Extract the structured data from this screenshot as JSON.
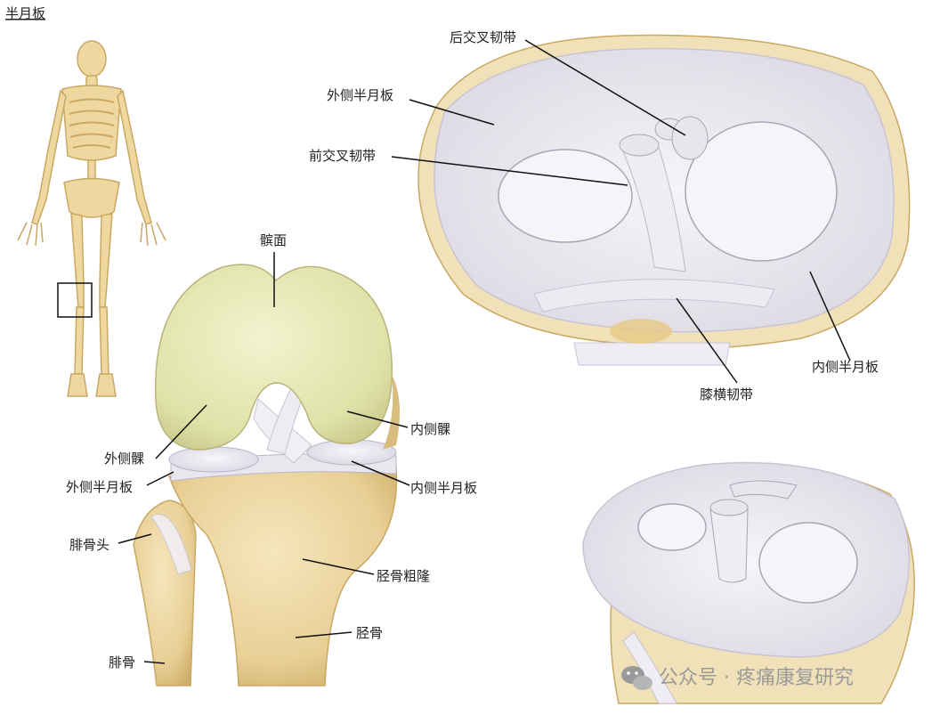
{
  "title": "半月板",
  "labels": {
    "pcl": "后交叉韧带",
    "lateral_meniscus_top": "外侧半月板",
    "acl": "前交叉韧带",
    "medial_meniscus_top": "内侧半月板",
    "transverse_ligament": "膝横韧带",
    "patellar_surface": "髌面",
    "medial_condyle": "内侧髁",
    "lateral_condyle": "外侧髁",
    "lateral_meniscus_front": "外侧半月板",
    "medial_meniscus_front": "内侧半月板",
    "fibular_head": "腓骨头",
    "tibial_tuberosity": "胫骨粗隆",
    "tibia": "胫骨",
    "fibula": "腓骨"
  },
  "watermark": {
    "text": "公众号 · 疼痛康复研究",
    "icon": "wechat-icon"
  },
  "colors": {
    "bone": "#efd9a4",
    "bone_dark": "#c9a864",
    "cartilage": "#e6e9b6",
    "meniscus": "#e9e7ef",
    "ligament": "#f1eff4",
    "leader": "#111111"
  }
}
